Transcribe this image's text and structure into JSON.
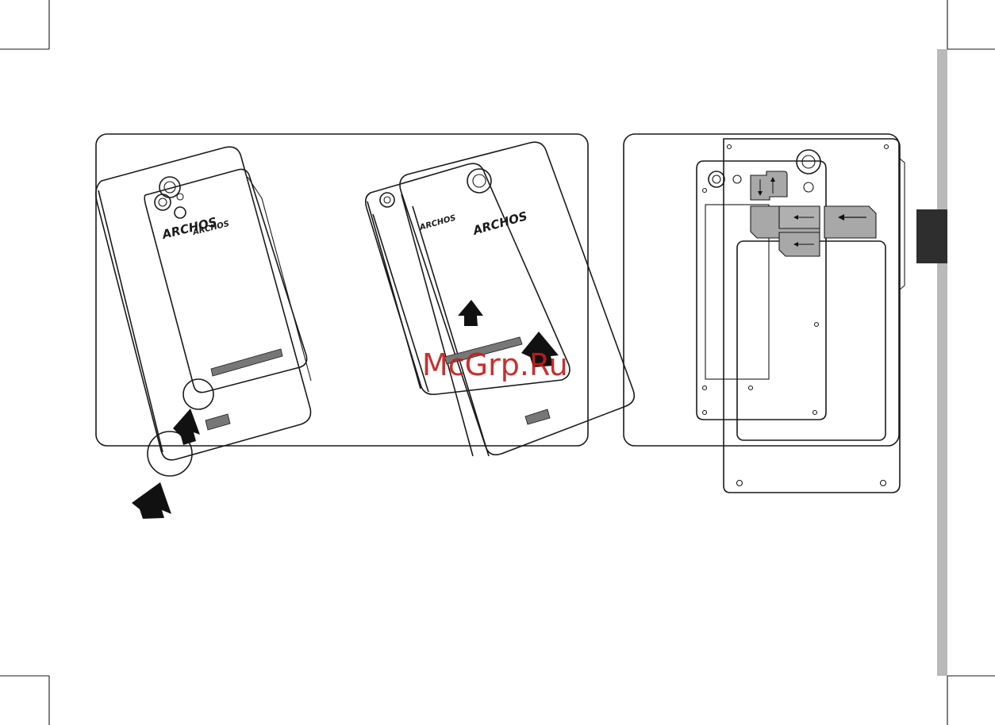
{
  "page": {
    "side_bar_color": "#b9b9b9",
    "tab_color": "#2e2e2e"
  },
  "panels": {
    "left_logos": [
      "ARCHOS",
      "ARCHOS"
    ],
    "middle_logos": [
      "ARCHOS",
      "ARCHOS"
    ]
  },
  "watermark": {
    "text": "McGrp.Ru",
    "color": "#c41e1e"
  },
  "icons": [
    "arrow-up-icon",
    "arrow-left-icon",
    "arrow-down-icon",
    "sim-card-icon",
    "micro-sd-card-icon",
    "camera-lens-icon"
  ]
}
